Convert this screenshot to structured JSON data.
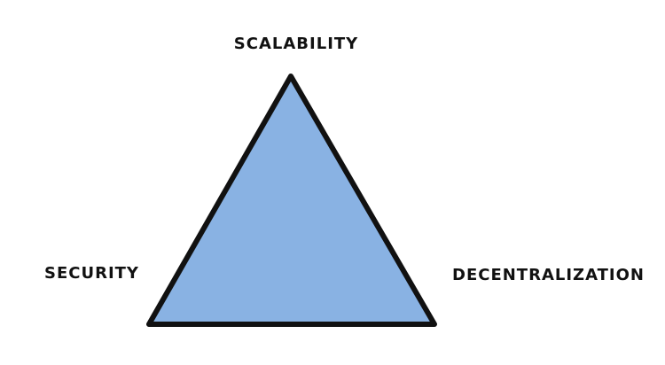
{
  "diagram": {
    "vertices": {
      "top": "SCALABILITY",
      "left": "SECURITY",
      "right": "DECENTRALIZATION"
    },
    "colors": {
      "fill": "#89b2e3",
      "stroke": "#111111",
      "text": "#111111",
      "background": "#ffffff"
    }
  }
}
